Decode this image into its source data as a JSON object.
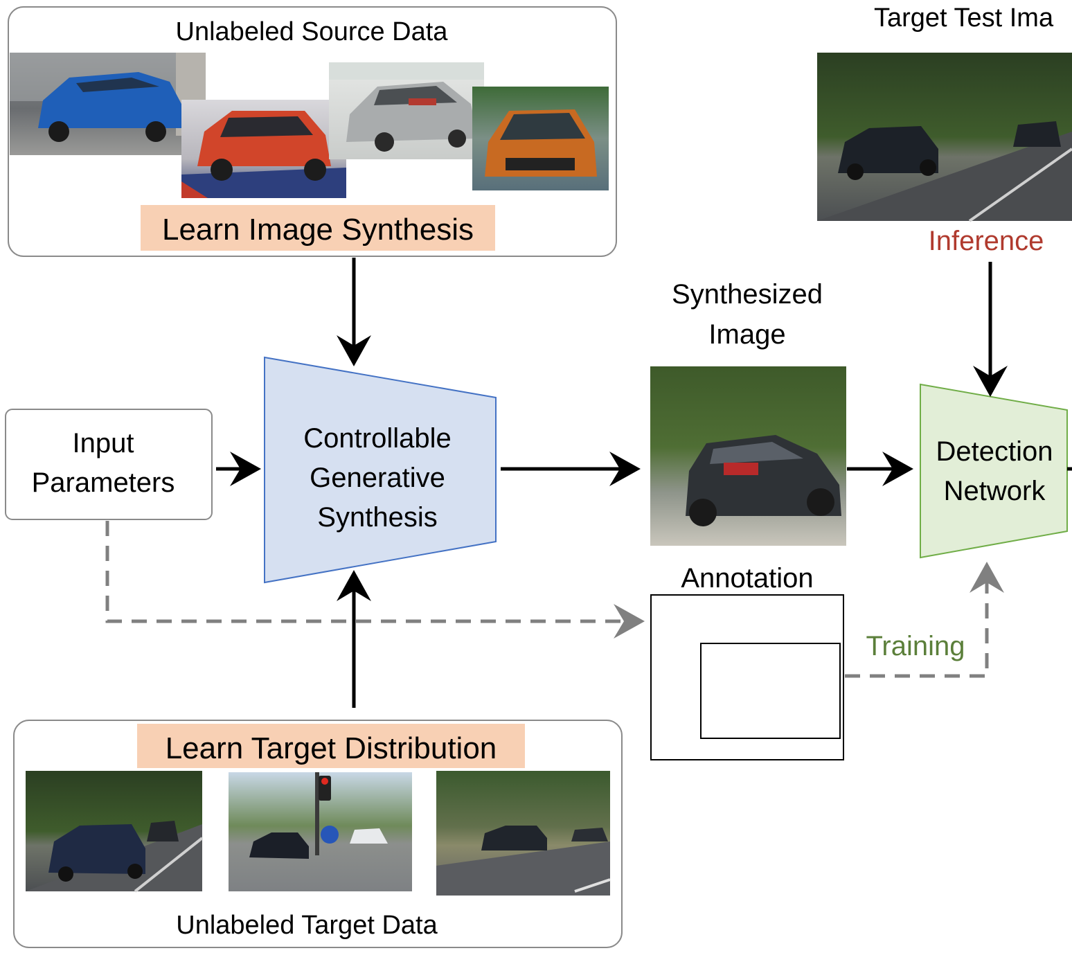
{
  "source_box": {
    "title": "Unlabeled Source Data",
    "action": "Learn Image Synthesis",
    "photo_names": [
      "blue-suv-photo",
      "red-hatchback-photo",
      "silver-sedan-photo",
      "orange-coupe-photo"
    ]
  },
  "target_box": {
    "title": "Unlabeled Target Data",
    "action": "Learn Target Distribution",
    "photo_names": [
      "target-street-photo-1",
      "target-intersection-photo-2",
      "target-road-photo-3"
    ]
  },
  "input": {
    "line1": "Input",
    "line2": "Parameters"
  },
  "generator": {
    "line1": "Controllable",
    "line2": "Generative",
    "line3": "Synthesis"
  },
  "synth_image": {
    "line1": "Synthesized",
    "line2": "Image"
  },
  "annotation": {
    "label": "Annotation"
  },
  "detector": {
    "line1": "Detection",
    "line2": "Network"
  },
  "target_test": {
    "title": "Target Test Ima"
  },
  "edge_labels": {
    "inference": "Inference",
    "training": "Training"
  },
  "colors": {
    "highlight": "#f8d0b4",
    "generator_fill": "#d6e0f1",
    "generator_stroke": "#4472c4",
    "detector_fill": "#e2eed7",
    "detector_stroke": "#70ad47",
    "inference": "#b03a2e",
    "training": "#5b7f3a",
    "dashed": "#808080"
  }
}
